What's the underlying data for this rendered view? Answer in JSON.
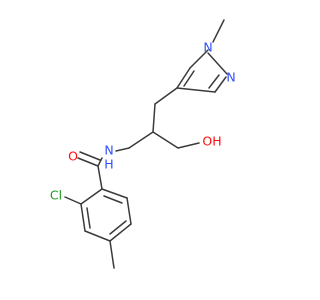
{
  "molecule": {
    "atom_labels": {
      "O_carbonyl": "O",
      "N_amide": "N",
      "H_amide": "H",
      "OH": "OH",
      "N1_pyrazole": "N",
      "N2_pyrazole": "N",
      "Cl": "Cl"
    },
    "colors": {
      "bond": "#3a3a3a",
      "oxygen": "#ff0d0d",
      "nitrogen": "#3050f8",
      "chlorine": "#1fa01f",
      "carbon": "#3a3a3a"
    }
  }
}
